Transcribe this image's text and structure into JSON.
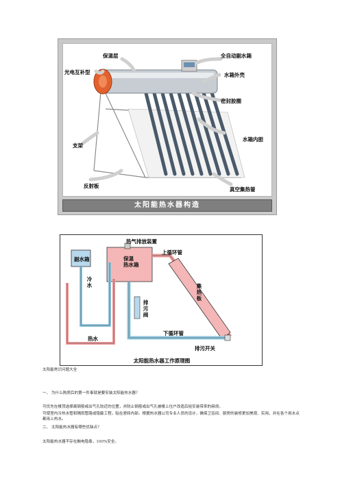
{
  "figure1": {
    "caption": "太阳能热水器构造",
    "labels": {
      "insulation": "保温层",
      "auto_tank": "全自动副水箱",
      "photo": "光电互补型",
      "outer_shell": "水箱外壳",
      "seal": "密封胶圈",
      "bracket": "支架",
      "inner_tank": "水箱内胆",
      "reflector": "反射板",
      "vacuum_tube": "真空集热管"
    }
  },
  "figure2": {
    "caption": "太阳能热水器工作原理图",
    "labels": {
      "vent": "热气排放装置",
      "aux_tank": "副水箱",
      "main_tank": "保温\n热水箱",
      "upper_pipe": "上循环管",
      "cold_water": "冷水",
      "collector": "集热板",
      "drain_valve": "排污阀",
      "hot_water": "热水",
      "lower_pipe": "下循环管",
      "drain_switch": "排污开关"
    }
  },
  "text": {
    "title": "太阳能常识问题大全",
    "q1": "一、   为什么购房后的第一件事就是要安装太阳能热水器？",
    "a1_1": "可优先在楼顶选择离钢筋或出气孔较近的位置，并防止钢筋或出气孔被楼上住户改造后给安装带来的麻烦。",
    "a1_2": "可使室内冷热水管和隔雨管路成隐蔽工程，贴在瓷砖内部。根据热水器公司专业人员的设计，确保卫浴间、厨房的装修更加美观、实用，并在各个用水点都用上热水。",
    "q2": "二、   太阳能热水器有哪些优缺点？",
    "a2": "太阳能热水器不存在触电隐患，100%安全。"
  },
  "colors": {
    "tank_fill": "#f4b6b6",
    "aux_fill": "#b8d8ec",
    "hot_pipe": "#ee9a9a",
    "cold_pipe": "#8fc8e0",
    "arrow": "#d8d8d8"
  }
}
